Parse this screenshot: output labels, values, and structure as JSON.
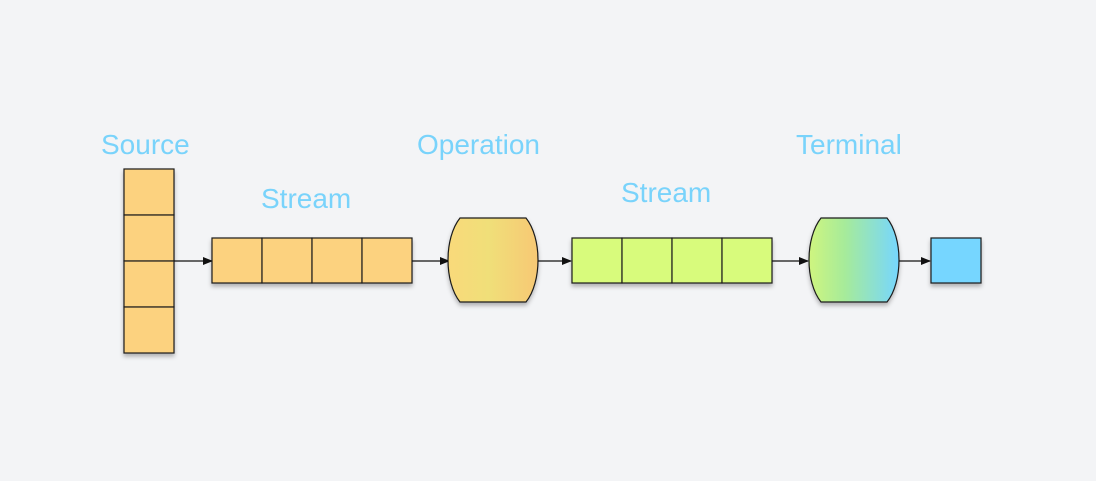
{
  "labels": {
    "source": "Source",
    "stream1": "Stream",
    "operation": "Operation",
    "stream2": "Stream",
    "terminal": "Terminal"
  },
  "colors": {
    "background": "#f3f4f6",
    "label": "#79d3fb",
    "source_cells": "#fcd27f",
    "stream1_cells": "#fcd27f",
    "operation_gradient": [
      "#f9d97a",
      "#f0df79",
      "#f7c874"
    ],
    "stream2_cells": "#d8fb7c",
    "terminal_gradient": [
      "#cff57f",
      "#9be8a5",
      "#76d6ff"
    ],
    "result": "#76d6ff",
    "stroke": "#1a1a1a"
  },
  "icons": {
    "arrow": "arrow-right-icon"
  }
}
